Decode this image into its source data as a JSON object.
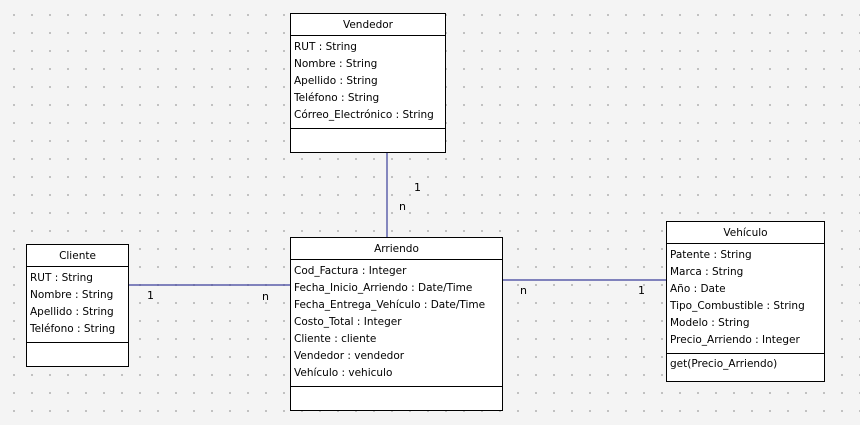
{
  "classes": {
    "vendedor": {
      "name": "Vendedor",
      "attributes": [
        "RUT : String",
        "Nombre : String",
        "Apellido : String",
        "Teléfono : String",
        "Córreo_Electrónico : String"
      ],
      "operations": []
    },
    "cliente": {
      "name": "Cliente",
      "attributes": [
        "RUT : String",
        "Nombre : String",
        "Apellido : String",
        "Teléfono : String"
      ],
      "operations": []
    },
    "arriendo": {
      "name": "Arriendo",
      "attributes": [
        "Cod_Factura : Integer",
        "Fecha_Inicio_Arriendo : Date/Time",
        "Fecha_Entrega_Vehículo : Date/Time",
        "Costo_Total : Integer",
        "Cliente : cliente",
        "Vendedor : vendedor",
        "Vehículo : vehiculo"
      ],
      "operations": []
    },
    "vehiculo": {
      "name": "Vehículo",
      "attributes": [
        "Patente : String",
        "Marca : String",
        "Año : Date",
        "Tipo_Combustible : String",
        "Modelo : String",
        "Precio_Arriendo : Integer"
      ],
      "operations": [
        "get(Precio_Arriendo)"
      ]
    }
  },
  "associations": {
    "vendedor_arriendo": {
      "from": "vendedor",
      "to": "arriendo",
      "from_mult": "1",
      "to_mult": "n"
    },
    "cliente_arriendo": {
      "from": "cliente",
      "to": "arriendo",
      "from_mult": "1",
      "to_mult": "n"
    },
    "arriendo_vehiculo": {
      "from": "arriendo",
      "to": "vehiculo",
      "from_mult": "n",
      "to_mult": "1"
    }
  },
  "colors": {
    "line": "#3b3f9a",
    "border": "#000000",
    "box_fill": "#ffffff",
    "canvas": "#f4f4f4"
  }
}
